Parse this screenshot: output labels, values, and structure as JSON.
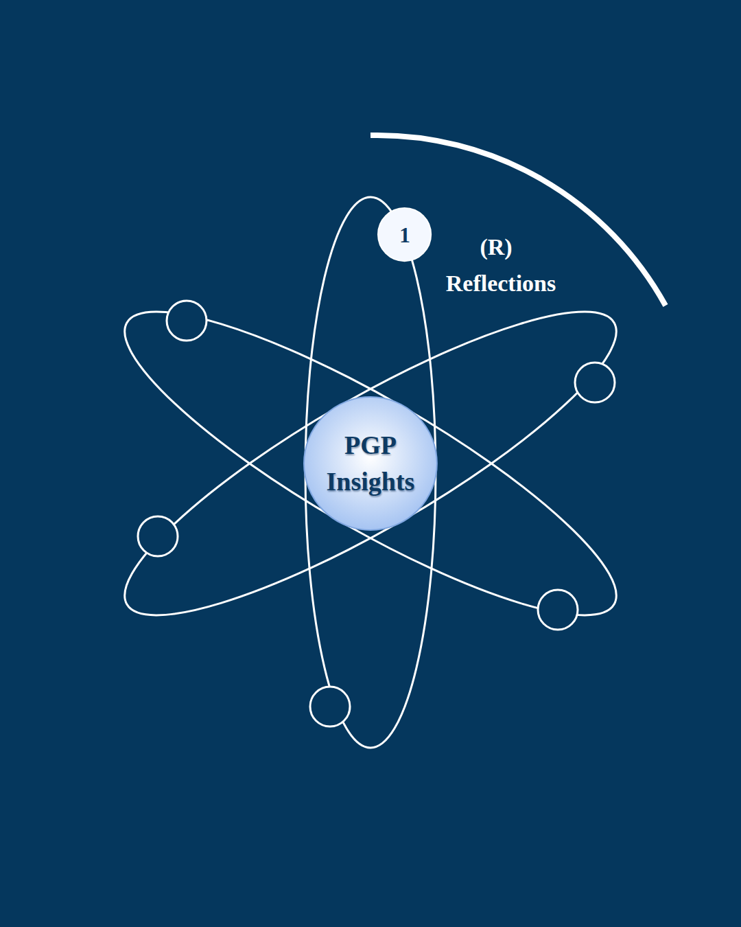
{
  "diagram": {
    "nodes": [
      {
        "text": [
          "PGP Insights"
        ]
      },
      {
        "text": [
          "1"
        ]
      }
    ],
    "labels": [
      "(R)",
      "Reflections"
    ]
  }
}
